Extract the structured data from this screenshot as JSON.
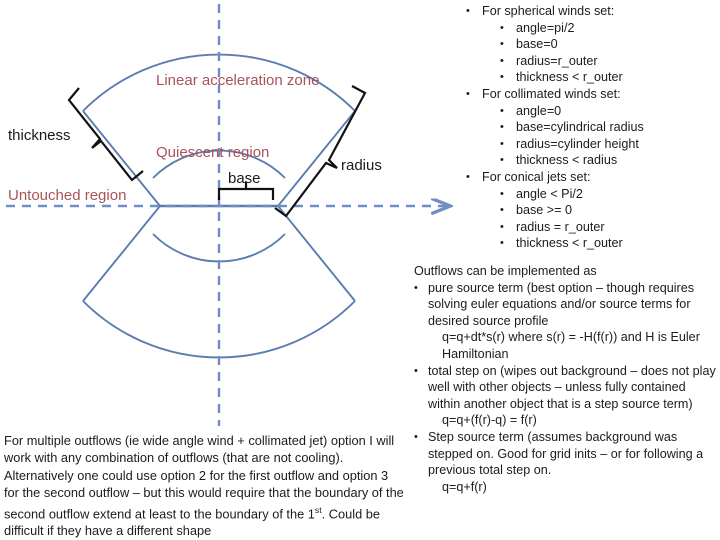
{
  "colors": {
    "stroke_blue": "#5b7cb0",
    "axis_blue": "#6f8fc4",
    "label_red": "#a9535b",
    "brace_black": "#111111",
    "background": "#ffffff",
    "body_text": "#1c1c1c"
  },
  "diagram": {
    "name": "outflow-geometry-diagram",
    "labels": {
      "linear_acceleration_zone": "Linear acceleration zone",
      "quiescent_region": "Quiescent region",
      "untouched_region": "Untouched region",
      "thickness": "thickness",
      "radius": "radius",
      "base": "base"
    }
  },
  "parameters": {
    "groups": [
      {
        "heading": "For spherical winds set:",
        "items": [
          "angle=pi/2",
          "base=0",
          "radius=r_outer",
          "thickness < r_outer"
        ]
      },
      {
        "heading": "For collimated winds set:",
        "items": [
          "angle=0",
          "base=cylindrical radius",
          "radius=cylinder height",
          "thickness < radius"
        ]
      },
      {
        "heading": "For conical jets set:",
        "items": [
          "angle < Pi/2",
          "base >= 0",
          "radius = r_outer",
          "thickness < r_outer"
        ]
      }
    ]
  },
  "outflows": {
    "intro": "Outflows can be implemented as",
    "items": [
      {
        "text": "pure source term (best option – though requires solving euler equations and/or source terms for desired source profile",
        "equation": "q=q+dt*s(r)  where s(r) = -H(f(r)) and H is Euler Hamiltonian"
      },
      {
        "text": "total step on (wipes out background – does not play well with other objects – unless fully contained within another object that is a step source term)",
        "equation": "q=q+(f(r)-q) = f(r)"
      },
      {
        "text": "Step source term (assumes background was stepped on.  Good for grid inits – or for following a previous total step on.",
        "equation": "q=q+f(r)"
      }
    ]
  },
  "multiple_outflows": {
    "part1": "For multiple outflows (ie wide angle wind + collimated jet) option I will work with any combination of outflows (that are not cooling). Alternatively one could use option 2 for the first outflow and option 3 for the second outflow – but this would require that the boundary of the second outflow extend at least to the boundary of the 1",
    "superscript": "st",
    "part2": ". Could be difficult if they have a different shape"
  }
}
